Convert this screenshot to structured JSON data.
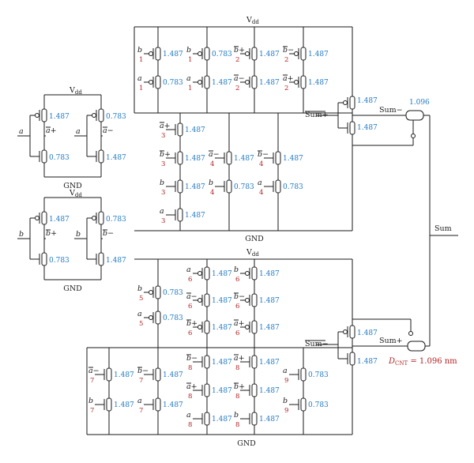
{
  "labels": {
    "vdd": "V",
    "vdd_sub": "dd",
    "gnd": "GND",
    "sum": "Sum",
    "sum_minus": "Sum−",
    "sum_plus": "Sum+",
    "sum_bar_plus": "Sum+",
    "sum_bar_minus": "Sum−",
    "cnt_length_top": "1.096",
    "dcnt_label": "D",
    "dcnt_sub": "CNT",
    "dcnt_value": " = 1.096 nm"
  },
  "inverters": {
    "a": {
      "in": "a",
      "out": "a+",
      "p": "1.487",
      "n": "0.783"
    },
    "a2": {
      "in": "a",
      "out": "a−",
      "p": "0.783",
      "n": "1.487"
    },
    "b": {
      "in": "b",
      "out": "b+",
      "p": "1.487",
      "n": "0.783"
    },
    "b2": {
      "in": "b",
      "out": "b−",
      "p": "0.783",
      "n": "1.487"
    }
  },
  "top": {
    "row1": [
      {
        "g": "b",
        "s": "1",
        "v": "1.487"
      },
      {
        "g": "b",
        "s": "1",
        "v": "0.783"
      },
      {
        "g": "b+",
        "s": "2",
        "v": "1.487"
      },
      {
        "g": "b−",
        "s": "2",
        "v": "1.487"
      }
    ],
    "row2": [
      {
        "g": "a",
        "s": "1",
        "v": "0.783"
      },
      {
        "g": "a",
        "s": "1",
        "v": "1.487"
      },
      {
        "g": "a−",
        "s": "2",
        "v": "1.487"
      },
      {
        "g": "a+",
        "s": "2",
        "v": "1.487"
      }
    ],
    "out_p": "1.487",
    "out_n": "1.487",
    "n_col3": [
      {
        "g": "a+",
        "s": "3",
        "v": "1.487"
      },
      {
        "g": "b+",
        "s": "3",
        "v": "1.487"
      },
      {
        "g": "b",
        "s": "3",
        "v": "1.487"
      },
      {
        "g": "a",
        "s": "3",
        "v": "1.487"
      }
    ],
    "n_col4a": [
      {
        "g": "a−",
        "s": "4",
        "v": "1.487"
      },
      {
        "g": "b",
        "s": "4",
        "v": "0.783"
      }
    ],
    "n_col4b": [
      {
        "g": "b−",
        "s": "4",
        "v": "1.487"
      },
      {
        "g": "a",
        "s": "4",
        "v": "0.783"
      }
    ]
  },
  "bottom": {
    "p_col5": [
      {
        "g": "b",
        "s": "5",
        "v": "0.783"
      },
      {
        "g": "a",
        "s": "5",
        "v": "0.783"
      }
    ],
    "p_col6a": [
      {
        "g": "a",
        "s": "6",
        "v": "1.487"
      },
      {
        "g": "a−",
        "s": "6",
        "v": "1.487"
      },
      {
        "g": "b+",
        "s": "6",
        "v": "1.487"
      }
    ],
    "p_col6b": [
      {
        "g": "b",
        "s": "6",
        "v": "1.487"
      },
      {
        "g": "b−",
        "s": "6",
        "v": "1.487"
      },
      {
        "g": "a+",
        "s": "6",
        "v": "1.487"
      }
    ],
    "out_p": "1.487",
    "out_n": "1.487",
    "n_col7a": [
      {
        "g": "a−",
        "s": "7",
        "v": "1.487"
      },
      {
        "g": "b",
        "s": "7",
        "v": "1.487"
      }
    ],
    "n_col7b": [
      {
        "g": "b−",
        "s": "7",
        "v": "1.487"
      },
      {
        "g": "a",
        "s": "7",
        "v": "1.487"
      }
    ],
    "n_col8a": [
      {
        "g": "b−",
        "s": "8",
        "v": "1.487"
      },
      {
        "g": "a+",
        "s": "8",
        "v": "1.487"
      },
      {
        "g": "a",
        "s": "8",
        "v": "1.487"
      }
    ],
    "n_col8b": [
      {
        "g": "a+",
        "s": "8",
        "v": "1.487"
      },
      {
        "g": "b+",
        "s": "8",
        "v": "1.487"
      },
      {
        "g": "b",
        "s": "8",
        "v": "1.487"
      }
    ],
    "n_col9": [
      {
        "g": "a",
        "s": "9",
        "v": "0.783"
      },
      {
        "g": "b",
        "s": "9",
        "v": "0.783"
      }
    ]
  }
}
